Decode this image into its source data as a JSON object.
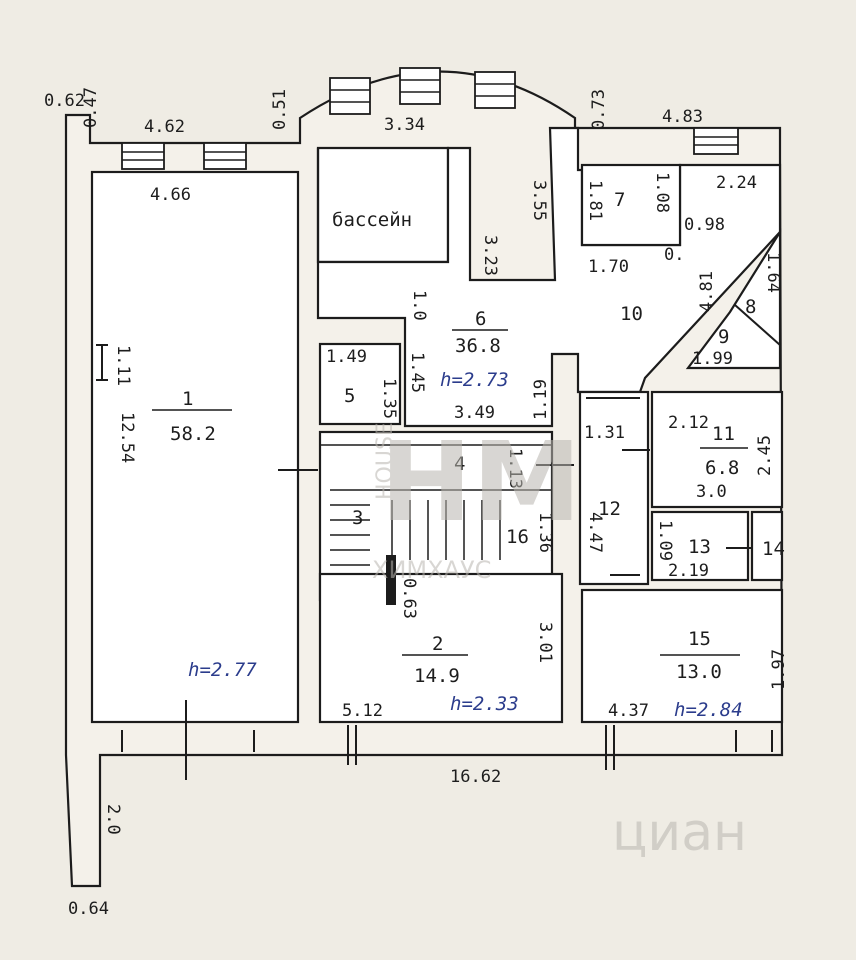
{
  "plan": {
    "rooms": [
      {
        "key": "r1_num",
        "text": "1"
      },
      {
        "key": "r1_area",
        "text": "58.2"
      },
      {
        "key": "r2_num",
        "text": "2"
      },
      {
        "key": "r2_area",
        "text": "14.9"
      },
      {
        "key": "r3_num",
        "text": "3"
      },
      {
        "key": "r4_num",
        "text": "4"
      },
      {
        "key": "r5_num",
        "text": "5"
      },
      {
        "key": "r6_num",
        "text": "6"
      },
      {
        "key": "r6_area",
        "text": "36.8"
      },
      {
        "key": "r7_num",
        "text": "7"
      },
      {
        "key": "r8_num",
        "text": "8"
      },
      {
        "key": "r9_num",
        "text": "9"
      },
      {
        "key": "r10_num",
        "text": "10"
      },
      {
        "key": "r11_num",
        "text": "11"
      },
      {
        "key": "r11_area",
        "text": "6.8"
      },
      {
        "key": "r12_num",
        "text": "12"
      },
      {
        "key": "r13_num",
        "text": "13"
      },
      {
        "key": "r14_num",
        "text": "14"
      },
      {
        "key": "r15_num",
        "text": "15"
      },
      {
        "key": "r15_area",
        "text": "13.0"
      },
      {
        "key": "r16_num",
        "text": "16"
      },
      {
        "key": "pool",
        "text": "бассейн"
      }
    ],
    "dimensions": [
      "0.62",
      "0.47",
      "4.62",
      "0.51",
      "3.34",
      "0.73",
      "4.83",
      "4.66",
      "3.23",
      "3.55",
      "1.81",
      "1.08",
      "2.24",
      "0.98",
      "1.70",
      "1.0",
      "4.81",
      "1.64",
      "1.11",
      "12.54",
      "1.49",
      "1.45",
      "1.35",
      "3.49",
      "1.19",
      "1.99",
      "1.31",
      "2.12",
      "2.45",
      "1.13",
      "3.0",
      "4.47",
      "1.09",
      "1.36",
      "0.63",
      "2.19",
      "3.01",
      "1.97",
      "5.12",
      "4.37",
      "16.62",
      "2.0",
      "0.64",
      "0."
    ],
    "heights": [
      "h=2.73",
      "h=2.77",
      "h=2.33",
      "h=2.84"
    ]
  },
  "watermarks": [
    "HM",
    "HOUSE",
    "ХИМХАУС",
    "циан"
  ]
}
